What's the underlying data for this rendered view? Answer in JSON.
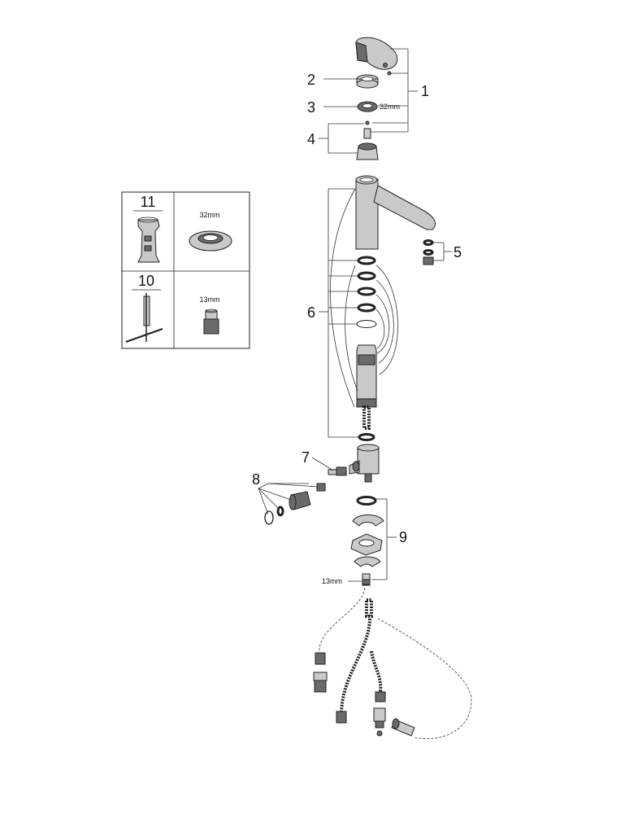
{
  "tool_panel": {
    "top_left_number": "11",
    "top_right_size": "32mm",
    "bottom_left_number": "10",
    "bottom_right_size": "13mm"
  },
  "callouts": {
    "c1": "1",
    "c2": "2",
    "c3": "3",
    "c4": "4",
    "c5": "5",
    "c6": "6",
    "c7": "7",
    "c8": "8",
    "c9": "9"
  },
  "dimensions": {
    "cartridge_nut": "32mm",
    "fixing_nut": "13mm"
  }
}
